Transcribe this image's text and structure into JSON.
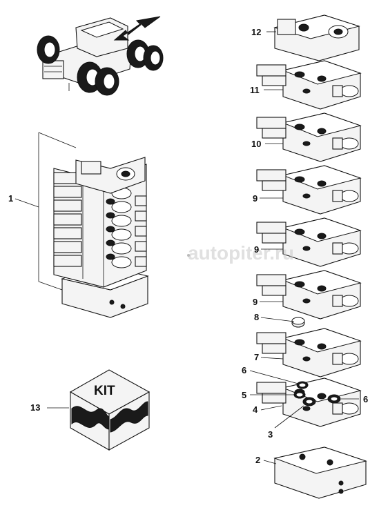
{
  "callouts": {
    "c1": "1",
    "c2": "2",
    "c3": "3",
    "c4": "4",
    "c5": "5",
    "c6a": "6",
    "c6b": "6",
    "c7": "7",
    "c8": "8",
    "c9a": "9",
    "c9b": "9",
    "c9c": "9",
    "c10": "10",
    "c11": "11",
    "c12": "12",
    "c13": "13"
  },
  "kit_box": {
    "label": "KIT"
  },
  "watermark": "autopiter.ru",
  "icons": {
    "tractor": "tractor-icon",
    "arrow": "arrow-pointer-icon",
    "kit_box": "box-icon"
  }
}
